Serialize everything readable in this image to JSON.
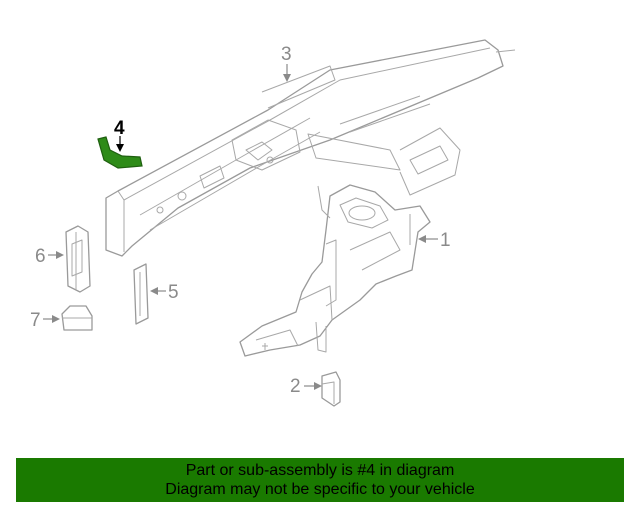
{
  "callouts": {
    "c1": "1",
    "c2": "2",
    "c3": "3",
    "c4": "4",
    "c5": "5",
    "c6": "6",
    "c7": "7"
  },
  "highlighted_part": "4",
  "colors": {
    "highlight": "#2e8b18",
    "banner": "#1a7a00",
    "line": "#9a9a9a"
  },
  "banner": {
    "line1": "Part or sub-assembly is #4 in diagram",
    "line2": "Diagram may not be specific to your vehicle"
  }
}
